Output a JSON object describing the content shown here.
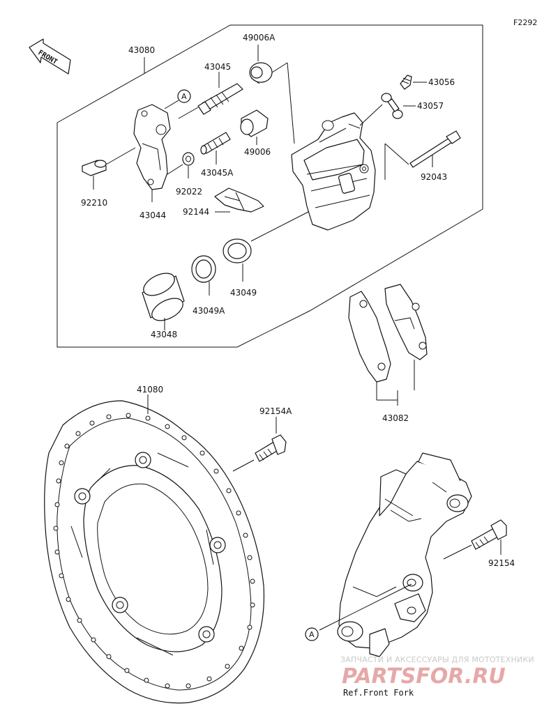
{
  "diagram_code": "F2292",
  "front_arrow_label": "FRONT",
  "ref_marker": "A",
  "caption": "Ref.Front Fork",
  "watermark": {
    "tagline": "ЗАПЧАСТИ И АКСЕССУАРЫ ДЛЯ МОТОТЕХНИКИ",
    "brand": "PARTSFOR.RU",
    "color": "#e6a8a8"
  },
  "parts": {
    "p43080": "43080",
    "p49006A": "49006A",
    "p43045": "43045",
    "p43056": "43056",
    "p43057": "43057",
    "p49006": "49006",
    "p43045A": "43045A",
    "p92043": "92043",
    "p92210": "92210",
    "p43044": "43044",
    "p92022": "92022",
    "p92144": "92144",
    "p43049": "43049",
    "p43049A": "43049A",
    "p43048": "43048",
    "p43082": "43082",
    "p41080": "41080",
    "p92154A": "92154A",
    "p92154": "92154"
  }
}
